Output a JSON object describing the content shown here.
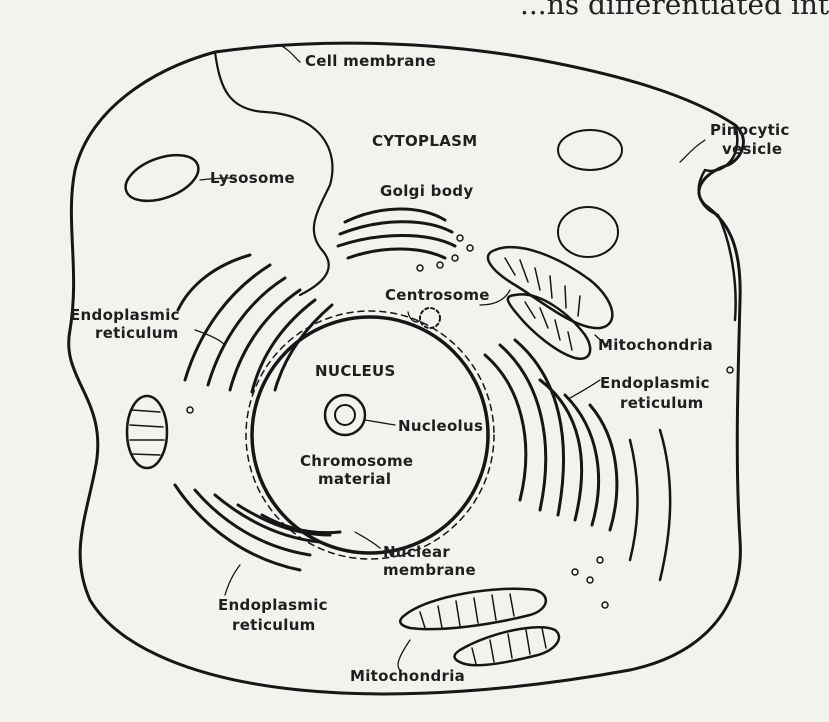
{
  "header_fragment": "...ns differentiated into",
  "labels": {
    "cell_membrane": "Cell membrane",
    "cytoplasm": "CYTOPLASM",
    "pinocytic_1": "Pinocytic",
    "pinocytic_2": "vesicle",
    "lysosome": "Lysosome",
    "golgi_body": "Golgi body",
    "centrosome": "Centrosome",
    "er_left_1": "Endoplasmic",
    "er_left_2": "reticulum",
    "mitochondria_right": "Mitochondria",
    "er_right_1": "Endoplasmic",
    "er_right_2": "reticulum",
    "nucleus": "NUCLEUS",
    "nucleolus": "Nucleolus",
    "chromosome_1": "Chromosome",
    "chromosome_2": "material",
    "nuclear_membrane_1": "Nuclear",
    "nuclear_membrane_2": "membrane",
    "er_bottom_1": "Endoplasmic",
    "er_bottom_2": "reticulum",
    "mitochondria_bottom": "Mitochondria"
  },
  "colors": {
    "paper": "#f2f2ee",
    "ink": "#161616",
    "organelle_fill": "#dcdcd6",
    "dark_fill": "#3a3a36"
  }
}
